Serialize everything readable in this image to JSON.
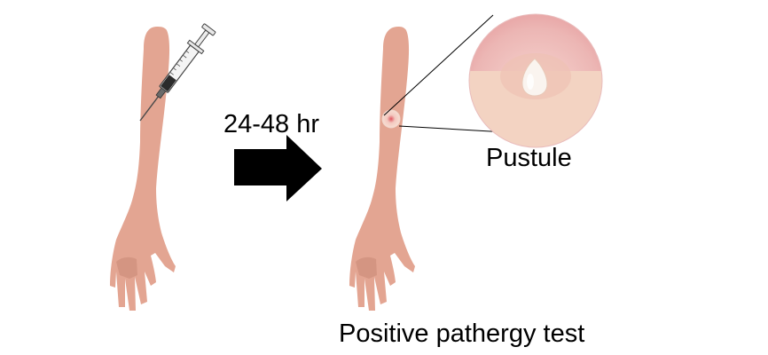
{
  "labels": {
    "time": "24-48 hr",
    "pustule": "Pustule",
    "result": "Positive pathergy test"
  },
  "colors": {
    "skin": "#e3a592",
    "skin_shadow": "#c98875",
    "pustule_zoom_top": "#ecb2b2",
    "pustule_zoom_bottom": "#f3d4c4",
    "pustule_head": "#faf3ee",
    "arrow": "#000000"
  },
  "icons": {
    "syringe": "syringe-icon",
    "arrow": "right-arrow-icon"
  }
}
